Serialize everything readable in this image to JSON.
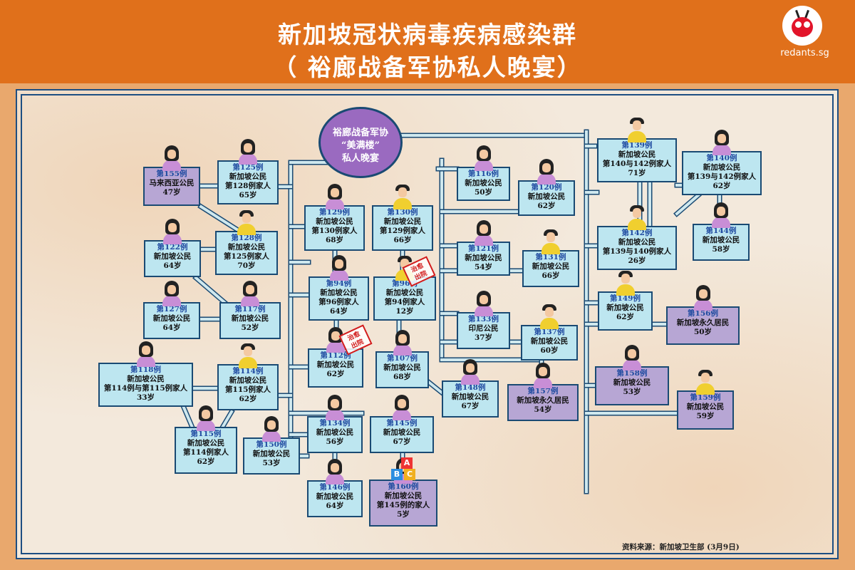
{
  "header": {
    "title_line1": "新加坡冠状病毒疾病感染群",
    "title_line2": "（ 裕廊战备军协私人晚宴）"
  },
  "logo": {
    "text": "redants.sg"
  },
  "hub": {
    "line1": "裕廊战备军协",
    "line2": "“美满楼”",
    "line3": "私人晚宴"
  },
  "cases": [
    {
      "id": "第155例",
      "lines": [
        "马来西亚公民",
        "47岁"
      ],
      "color": "purple"
    },
    {
      "id": "第125例",
      "lines": [
        "新加坡公民",
        "第128例家人",
        "65岁"
      ],
      "color": "blue"
    },
    {
      "id": "第128例",
      "lines": [
        "新加坡公民",
        "第125例家人",
        "70岁"
      ],
      "color": "blue"
    },
    {
      "id": "第122例",
      "lines": [
        "新加坡公民",
        "64岁"
      ],
      "color": "blue"
    },
    {
      "id": "第127例",
      "lines": [
        "新加坡公民",
        "64岁"
      ],
      "color": "blue"
    },
    {
      "id": "第117例",
      "lines": [
        "新加坡公民",
        "52岁"
      ],
      "color": "blue"
    },
    {
      "id": "第118例",
      "lines": [
        "新加坡公民",
        "第114例与第115例家人",
        "33岁"
      ],
      "color": "blue"
    },
    {
      "id": "第114例",
      "lines": [
        "新加坡公民",
        "第115例家人",
        "62岁"
      ],
      "color": "blue"
    },
    {
      "id": "第115例",
      "lines": [
        "新加坡公民",
        "第114例家人",
        "62岁"
      ],
      "color": "blue"
    },
    {
      "id": "第150例",
      "lines": [
        "新加坡公民",
        "53岁"
      ],
      "color": "blue"
    },
    {
      "id": "第129例",
      "lines": [
        "新加坡公民",
        "第130例家人",
        "68岁"
      ],
      "color": "blue"
    },
    {
      "id": "第130例",
      "lines": [
        "新加坡公民",
        "第129例家人",
        "66岁"
      ],
      "color": "blue"
    },
    {
      "id": "第94例",
      "lines": [
        "新加坡公民",
        "第96例家人",
        "64岁"
      ],
      "color": "blue"
    },
    {
      "id": "第96例",
      "lines": [
        "新加坡公民",
        "第94例家人",
        "12岁"
      ],
      "color": "blue"
    },
    {
      "id": "第112例",
      "lines": [
        "新加坡公民",
        "62岁"
      ],
      "color": "blue"
    },
    {
      "id": "第107例",
      "lines": [
        "新加坡公民",
        "68岁"
      ],
      "color": "blue"
    },
    {
      "id": "第134例",
      "lines": [
        "新加坡公民",
        "56岁"
      ],
      "color": "blue"
    },
    {
      "id": "第145例",
      "lines": [
        "新加坡公民",
        "67岁"
      ],
      "color": "blue"
    },
    {
      "id": "第146例",
      "lines": [
        "新加坡公民",
        "64岁"
      ],
      "color": "blue"
    },
    {
      "id": "第160例",
      "lines": [
        "新加坡公民",
        "第145例的家人",
        "5岁"
      ],
      "color": "purple"
    },
    {
      "id": "第116例",
      "lines": [
        "新加坡公民",
        "50岁"
      ],
      "color": "blue"
    },
    {
      "id": "第120例",
      "lines": [
        "新加坡公民",
        "62岁"
      ],
      "color": "blue"
    },
    {
      "id": "第121例",
      "lines": [
        "新加坡公民",
        "54岁"
      ],
      "color": "blue"
    },
    {
      "id": "第131例",
      "lines": [
        "新加坡公民",
        "66岁"
      ],
      "color": "blue"
    },
    {
      "id": "第133例",
      "lines": [
        "印尼公民",
        "37岁"
      ],
      "color": "blue"
    },
    {
      "id": "第137例",
      "lines": [
        "新加坡公民",
        "60岁"
      ],
      "color": "blue"
    },
    {
      "id": "第148例",
      "lines": [
        "新加坡公民",
        "67岁"
      ],
      "color": "blue"
    },
    {
      "id": "第157例",
      "lines": [
        "新加坡永久居民",
        "54岁"
      ],
      "color": "purple"
    },
    {
      "id": "第139例",
      "lines": [
        "新加坡公民",
        "第140与142例家人",
        "71岁"
      ],
      "color": "blue"
    },
    {
      "id": "第140例",
      "lines": [
        "新加坡公民",
        "第139与142例家人",
        "62岁"
      ],
      "color": "blue"
    },
    {
      "id": "第142例",
      "lines": [
        "新加坡公民",
        "第139与140例家人",
        "26岁"
      ],
      "color": "blue"
    },
    {
      "id": "第144例",
      "lines": [
        "新加坡公民",
        "58岁"
      ],
      "color": "blue"
    },
    {
      "id": "第149例",
      "lines": [
        "新加坡公民",
        "62岁"
      ],
      "color": "blue"
    },
    {
      "id": "第156例",
      "lines": [
        "新加坡永久居民",
        "50岁"
      ],
      "color": "purple"
    },
    {
      "id": "第158例",
      "lines": [
        "新加坡公民",
        "53岁"
      ],
      "color": "purple"
    },
    {
      "id": "第159例",
      "lines": [
        "新加坡公民",
        "59岁"
      ],
      "color": "purple"
    }
  ],
  "stamps": [
    {
      "line1": "治愈",
      "line2": "出院"
    },
    {
      "line1": "治愈",
      "line2": "出院"
    }
  ],
  "blocks": [
    "A",
    "B",
    "C"
  ],
  "source": "资料来源：新加坡卫生部 (3月9日)",
  "colors": {
    "header": "#e0701b",
    "card_blue": "#bde6f0",
    "card_purple": "#b7a6d4",
    "border": "#1a4a73",
    "hub": "#9a6ac0",
    "stamp": "#d21b1b"
  }
}
